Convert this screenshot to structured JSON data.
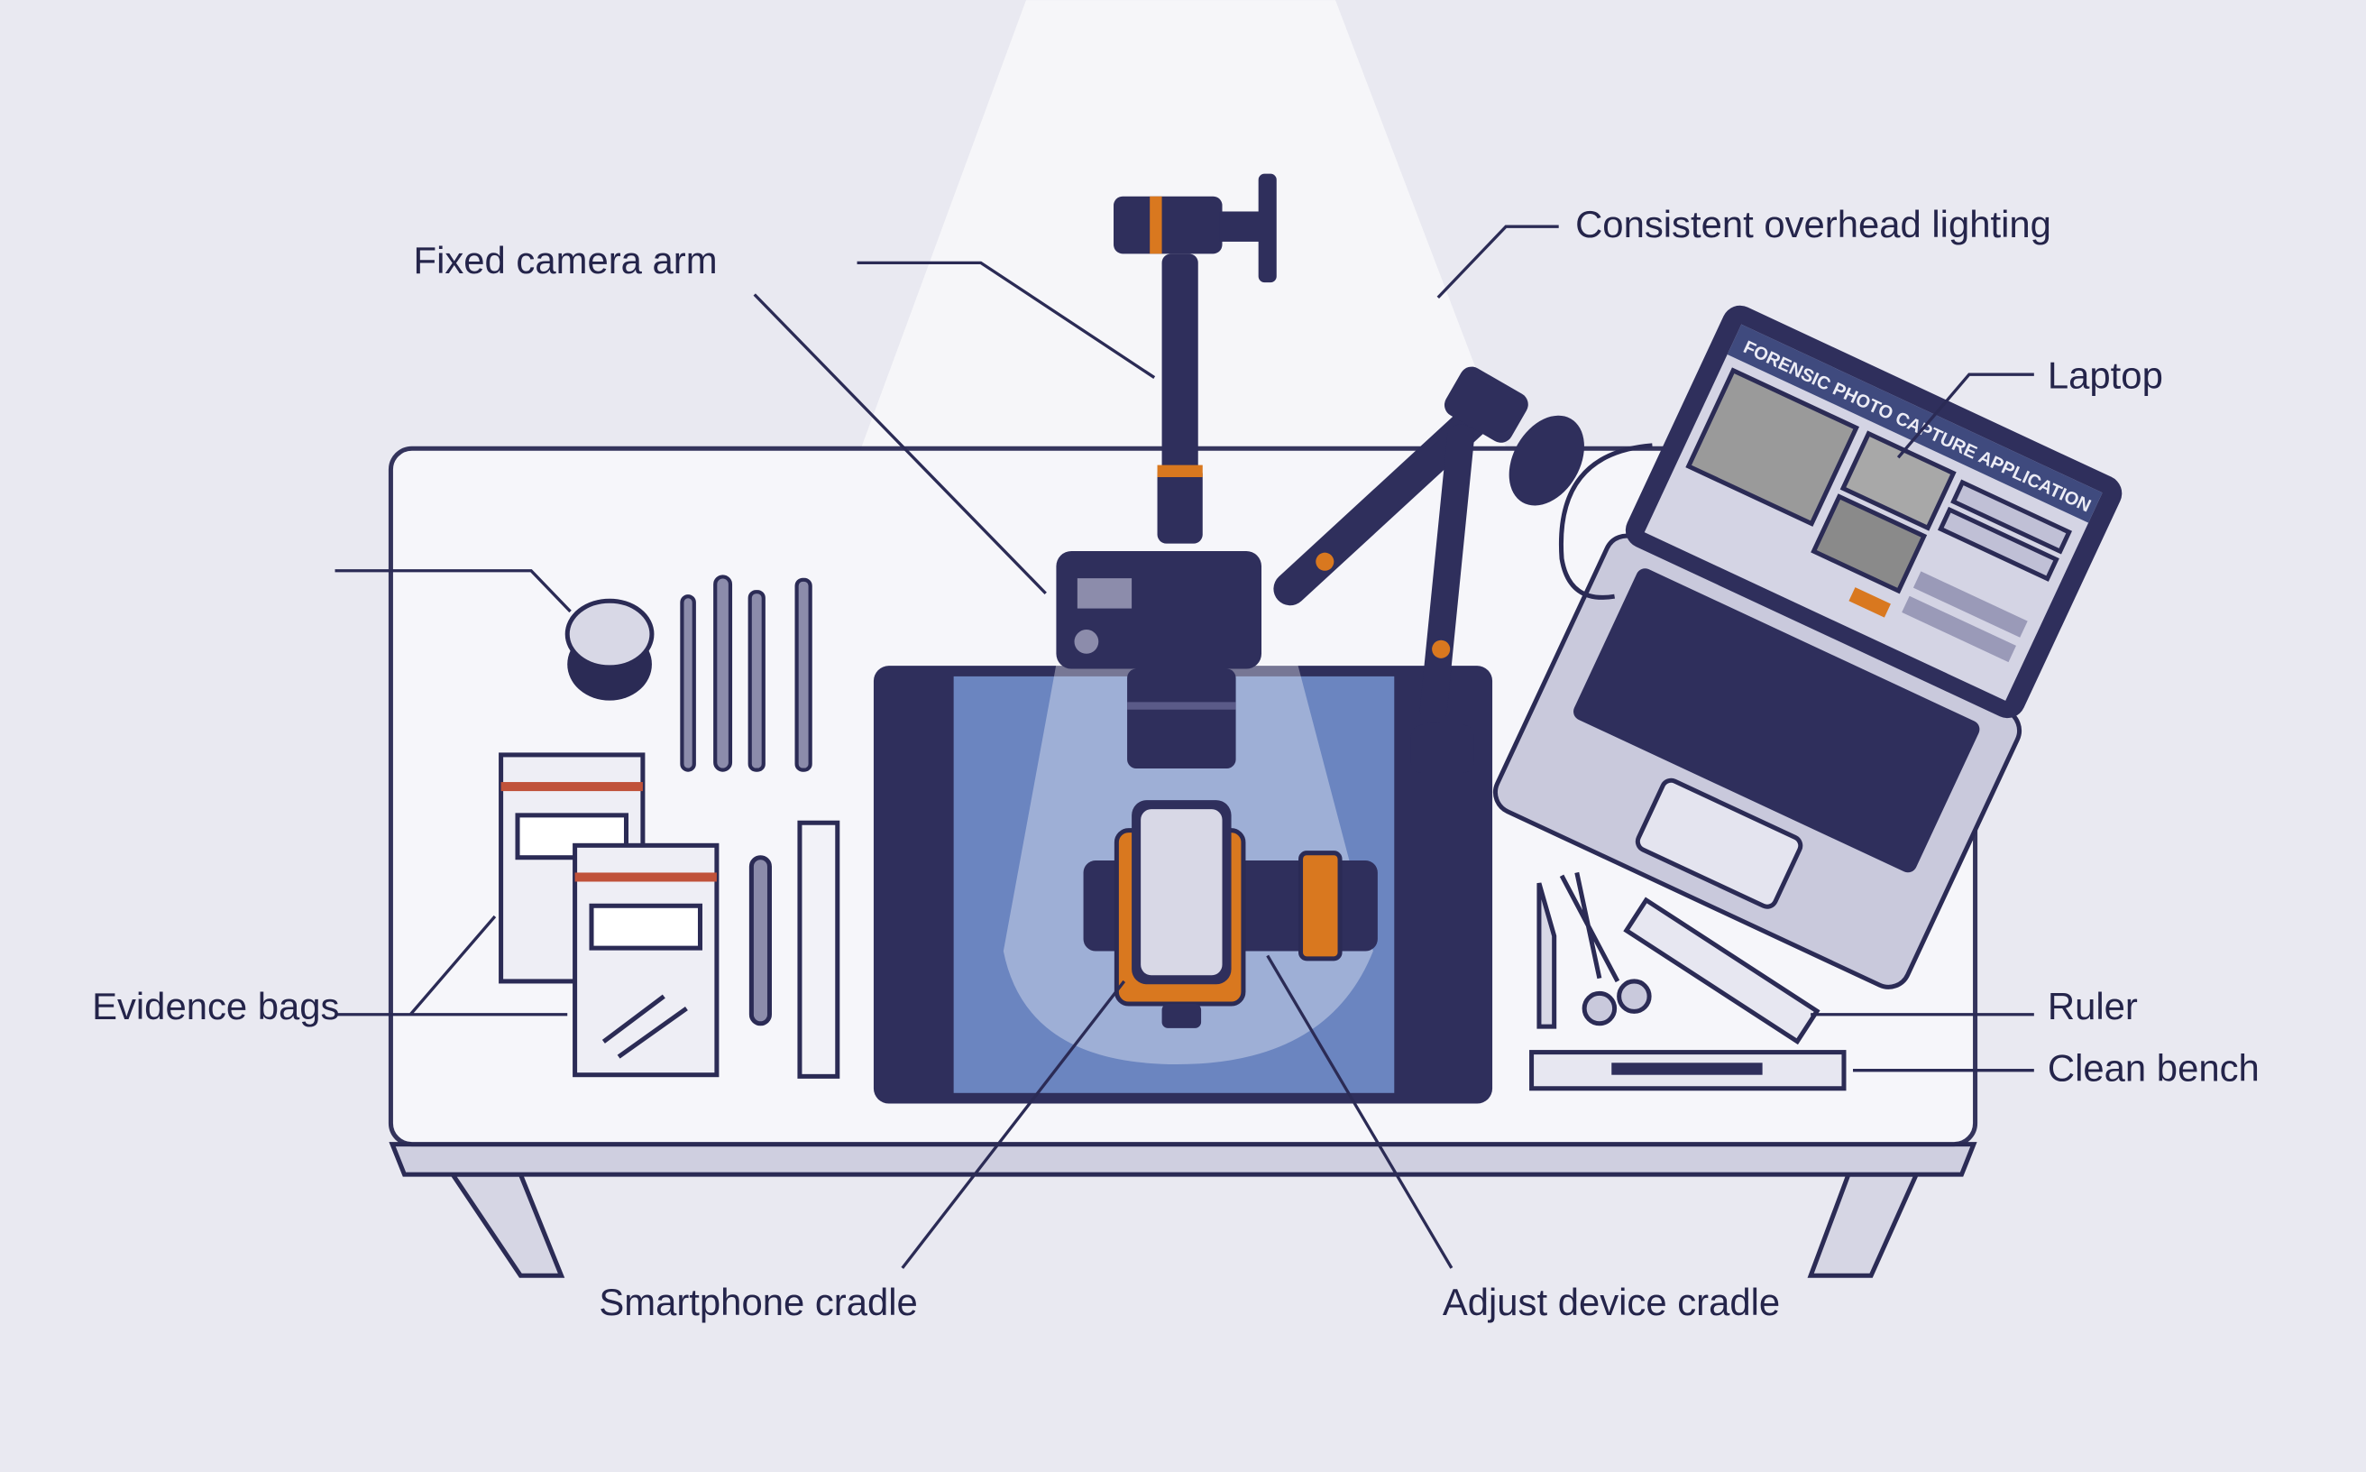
{
  "labels": {
    "camera_arm": "Fixed camera arm",
    "lighting": "Consistent overhead lighting",
    "laptop": "Laptop",
    "evidence_bags": "Evidence bags",
    "ruler": "Ruler",
    "clean_bench": "Clean bench",
    "smartphone_cradle": "Smartphone cradle",
    "adjust_cradle": "Adjust device cradle"
  },
  "laptop_screen": {
    "app_title": "FORENSIC PHOTO CAPTURE APPLICATION"
  },
  "colors": {
    "background": "#e9e9f1",
    "outline": "#2b2b55",
    "accent": "#d9781f",
    "tablet": "#6b85c0",
    "bench": "#f7f7fb"
  }
}
